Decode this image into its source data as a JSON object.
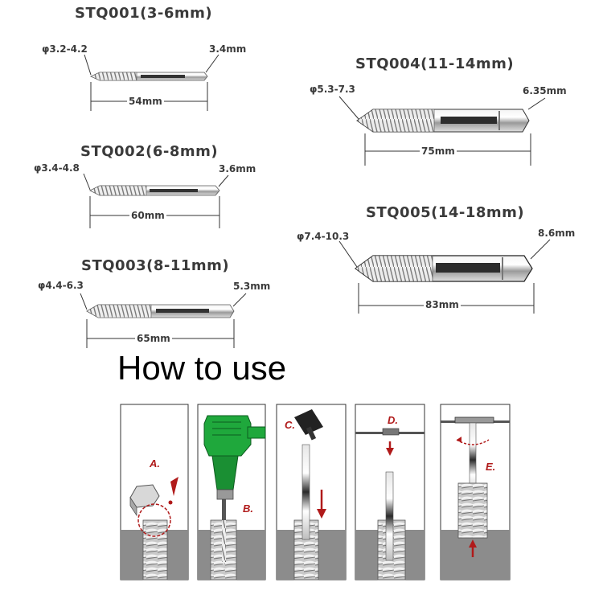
{
  "extractors": [
    {
      "title": "STQ001(3-6mm)",
      "tip": "φ3.2-4.2",
      "shank": "3.4mm",
      "length": "54mm"
    },
    {
      "title": "STQ002(6-8mm)",
      "tip": "φ3.4-4.8",
      "shank": "3.6mm",
      "length": "60mm"
    },
    {
      "title": "STQ003(8-11mm)",
      "tip": "φ4.4-6.3",
      "shank": "5.3mm",
      "length": "65mm"
    },
    {
      "title": "STQ004(11-14mm)",
      "tip": "φ5.3-7.3",
      "shank": "6.35mm",
      "length": "75mm"
    },
    {
      "title": "STQ005(14-18mm)",
      "tip": "φ7.4-10.3",
      "shank": "8.6mm",
      "length": "83mm"
    }
  ],
  "how_to_use": "How to use",
  "steps": [
    {
      "letter": "A."
    },
    {
      "letter": "B."
    },
    {
      "letter": "C."
    },
    {
      "letter": "D."
    },
    {
      "letter": "E."
    }
  ],
  "colors": {
    "text": "#3a3a3a",
    "arrow": "#b01a1a",
    "drill": "#1fa83c",
    "metal": "#c8c8c8",
    "ground": "#8c8c8c"
  }
}
